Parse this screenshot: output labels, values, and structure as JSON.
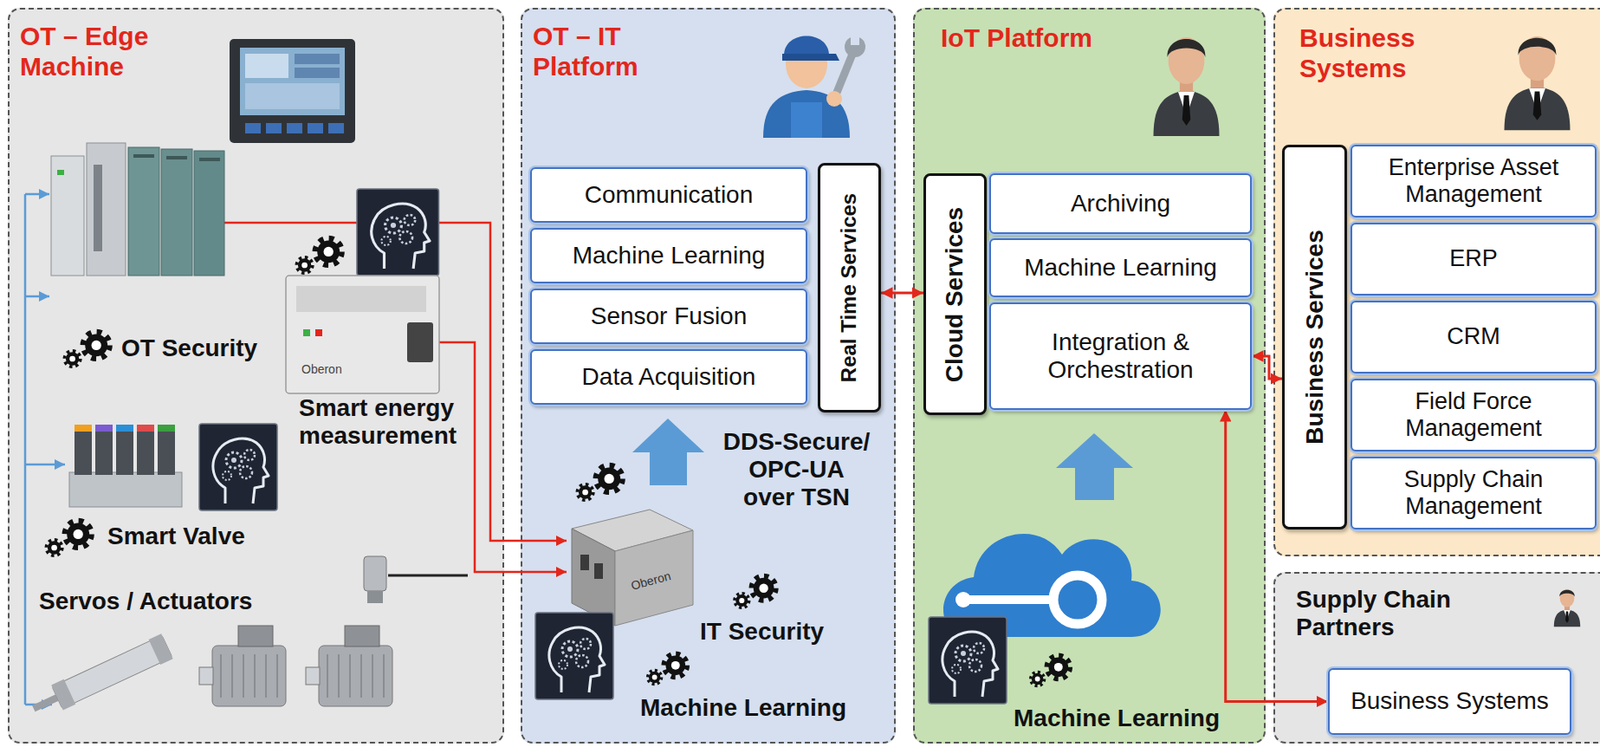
{
  "diagram": {
    "nodes": [
      {
        "text": [
          "OT – Edge Machine"
        ]
      },
      {
        "text": [
          "OT – IT Platform"
        ]
      },
      {
        "text": [
          "Communication"
        ],
        "in": 1
      },
      {
        "text": [
          "Machine Learning"
        ],
        "in": 1
      },
      {
        "text": [
          "Sensor Fusion"
        ],
        "in": 1
      },
      {
        "text": [
          "Data Acquisition"
        ],
        "in": 1
      },
      {
        "text": [
          "Real Time Services"
        ],
        "in": 1
      },
      {
        "text": [
          "IoT Platform"
        ]
      },
      {
        "text": [
          "Cloud Services"
        ],
        "in": 7
      },
      {
        "text": [
          "Archiving"
        ],
        "in": 7
      },
      {
        "text": [
          "Machine Learning"
        ],
        "in": 7
      },
      {
        "text": [
          "Integration & Orchestration"
        ],
        "in": 7
      },
      {
        "text": [
          "Business Systems"
        ]
      },
      {
        "text": [
          "Business Services"
        ],
        "in": 12
      },
      {
        "text": [
          "Enterprise Asset Management"
        ],
        "in": 12
      },
      {
        "text": [
          "ERP"
        ],
        "in": 12
      },
      {
        "text": [
          "CRM"
        ],
        "in": 12
      },
      {
        "text": [
          "Field Force Management"
        ],
        "in": 12
      },
      {
        "text": [
          "Supply Chain Management"
        ],
        "in": 12
      },
      {
        "text": [
          "Supply Chain Partners"
        ]
      },
      {
        "text": [
          "Business Systems"
        ],
        "in": 19
      }
    ],
    "edges": [
      {
        "from": 6,
        "to": 8,
        "arrow": "both"
      },
      {
        "from": 11,
        "to": 13,
        "arrow": "both"
      },
      {
        "from": 11,
        "to": 20,
        "arrow": "both"
      }
    ],
    "labels": [
      "OT Security",
      "Oberon",
      "Smart energy measurement",
      "Smart Valve",
      "Servos / Actuators",
      "DDS-Secure/ OPC-UA over TSN",
      "Oberon",
      "IT Security",
      "Machine Learning",
      "Machine Learning"
    ]
  }
}
